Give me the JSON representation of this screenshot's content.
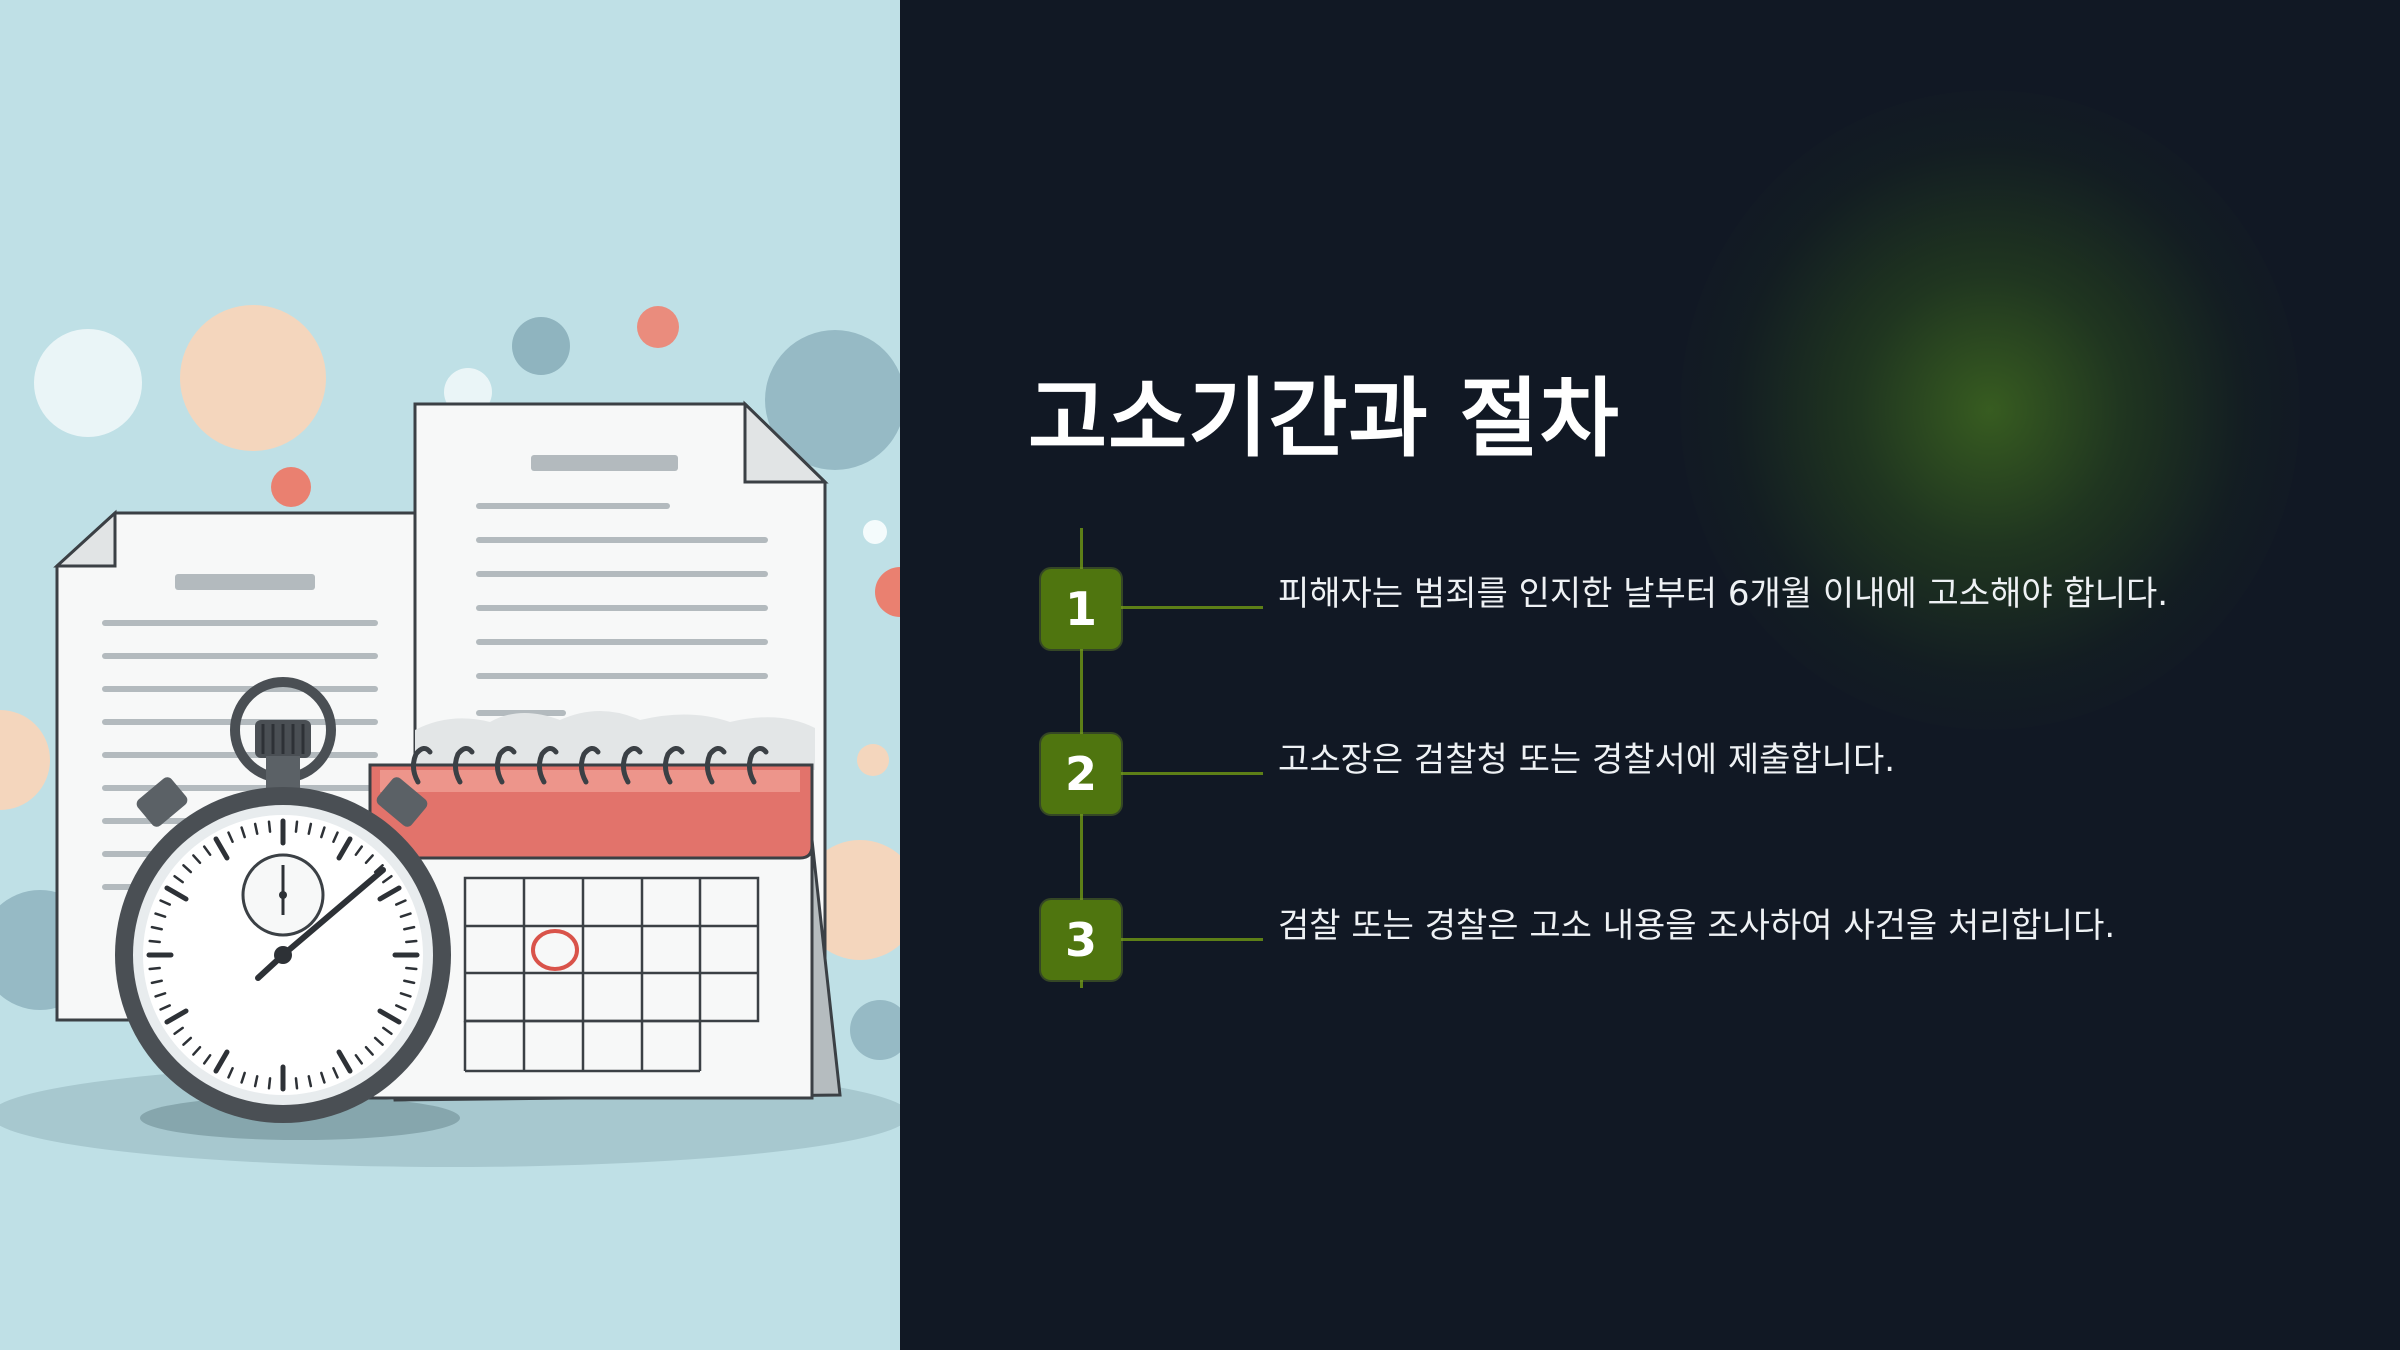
{
  "slide": {
    "title": "고소기간과 절차",
    "steps": [
      {
        "number": "1",
        "text": "피해자는 범죄를 인지한 날부터 6개월 이내에 고소해야 합니다."
      },
      {
        "number": "2",
        "text": "고소장은 검찰청 또는 경찰서에 제출합니다."
      },
      {
        "number": "3",
        "text": "검찰 또는 경찰은 고소 내용을 조사하여 사건을 처리합니다."
      }
    ]
  },
  "colors": {
    "background": "#111824",
    "illustration_background": "#bfe0e6",
    "accent_green": "#4f750f",
    "calendar_red": "#e2736b"
  },
  "illustration": {
    "icons": [
      "document-icon",
      "calendar-icon",
      "stopwatch-icon"
    ]
  }
}
